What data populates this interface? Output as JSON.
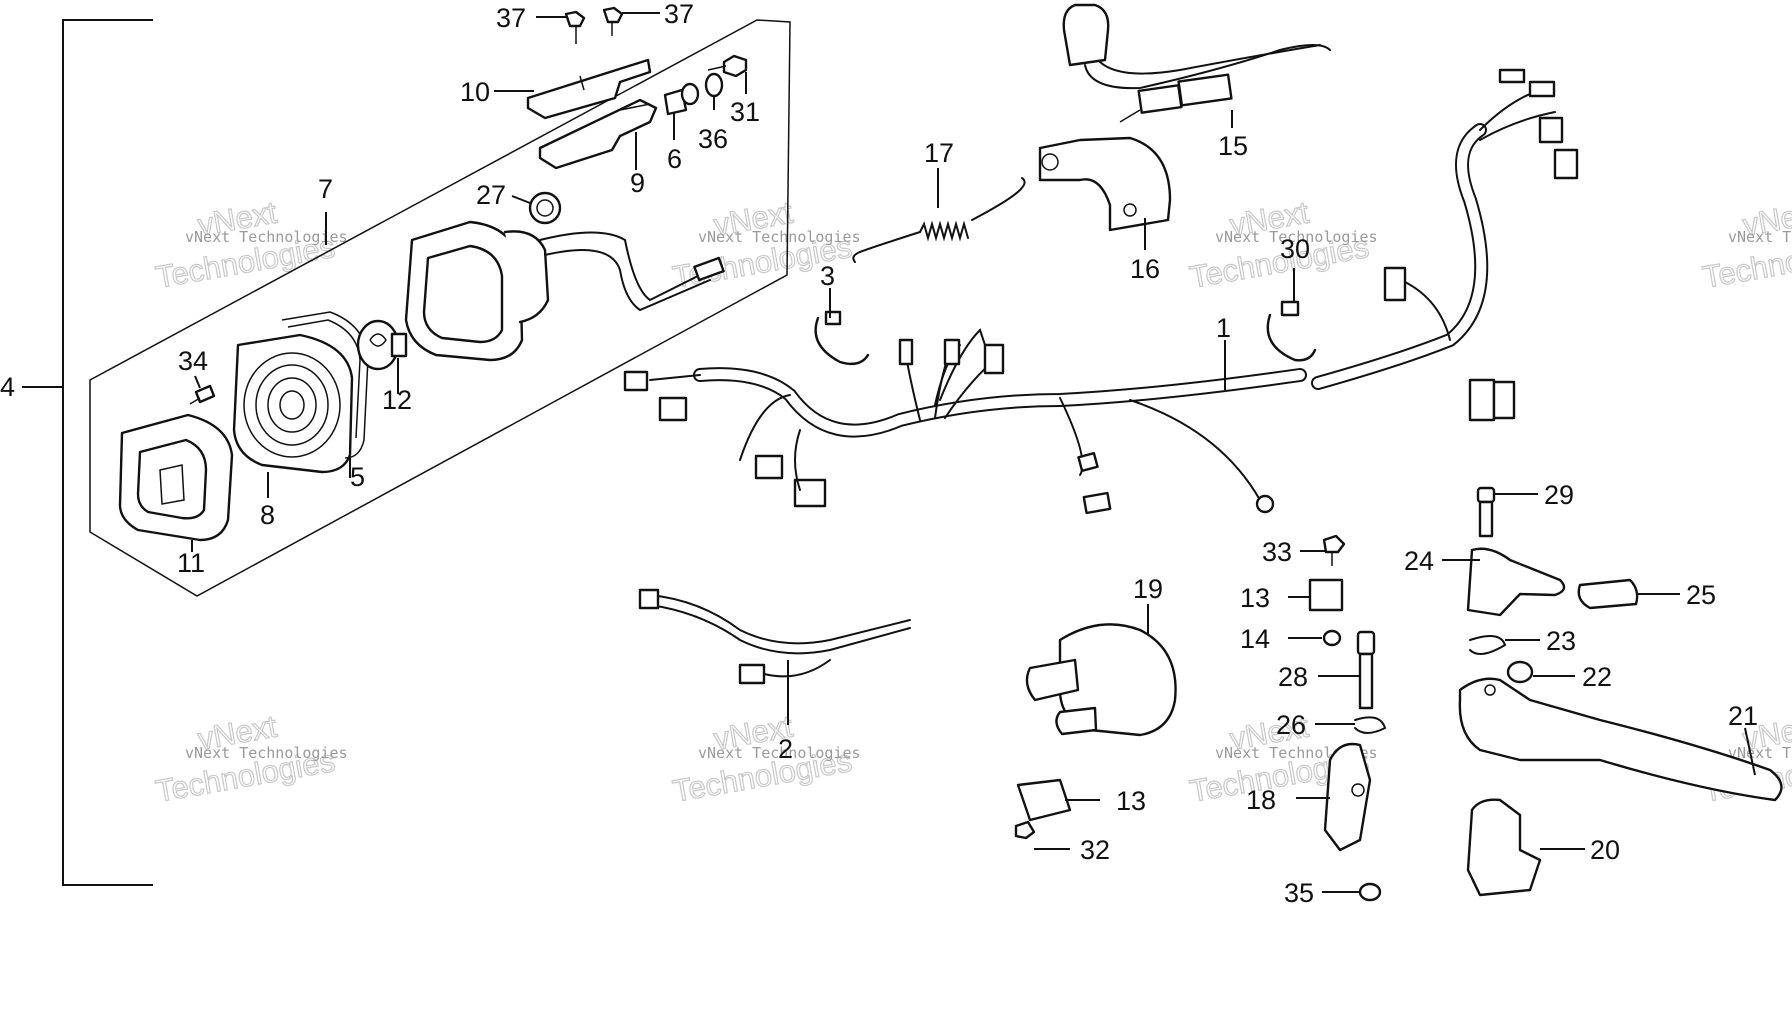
{
  "callouts": [
    {
      "id": "c1",
      "text": "1"
    },
    {
      "id": "c2",
      "text": "2"
    },
    {
      "id": "c3",
      "text": "3"
    },
    {
      "id": "c4",
      "text": "4"
    },
    {
      "id": "c5",
      "text": "5"
    },
    {
      "id": "c6",
      "text": "6"
    },
    {
      "id": "c7",
      "text": "7"
    },
    {
      "id": "c8",
      "text": "8"
    },
    {
      "id": "c9",
      "text": "9"
    },
    {
      "id": "c10",
      "text": "10"
    },
    {
      "id": "c11",
      "text": "11"
    },
    {
      "id": "c12",
      "text": "12"
    },
    {
      "id": "c13a",
      "text": "13"
    },
    {
      "id": "c13b",
      "text": "13"
    },
    {
      "id": "c14",
      "text": "14"
    },
    {
      "id": "c15",
      "text": "15"
    },
    {
      "id": "c16",
      "text": "16"
    },
    {
      "id": "c17",
      "text": "17"
    },
    {
      "id": "c18",
      "text": "18"
    },
    {
      "id": "c19",
      "text": "19"
    },
    {
      "id": "c20",
      "text": "20"
    },
    {
      "id": "c21",
      "text": "21"
    },
    {
      "id": "c22",
      "text": "22"
    },
    {
      "id": "c23",
      "text": "23"
    },
    {
      "id": "c24",
      "text": "24"
    },
    {
      "id": "c25",
      "text": "25"
    },
    {
      "id": "c26",
      "text": "26"
    },
    {
      "id": "c27",
      "text": "27"
    },
    {
      "id": "c28",
      "text": "28"
    },
    {
      "id": "c29",
      "text": "29"
    },
    {
      "id": "c30",
      "text": "30"
    },
    {
      "id": "c31",
      "text": "31"
    },
    {
      "id": "c32",
      "text": "32"
    },
    {
      "id": "c33",
      "text": "33"
    },
    {
      "id": "c34",
      "text": "34"
    },
    {
      "id": "c35",
      "text": "35"
    },
    {
      "id": "c36",
      "text": "36"
    },
    {
      "id": "c37a",
      "text": "37"
    },
    {
      "id": "c37b",
      "text": "37"
    }
  ],
  "watermark": {
    "small": "vNext Technologies",
    "large": "Technologies",
    "brand": "vNext"
  }
}
